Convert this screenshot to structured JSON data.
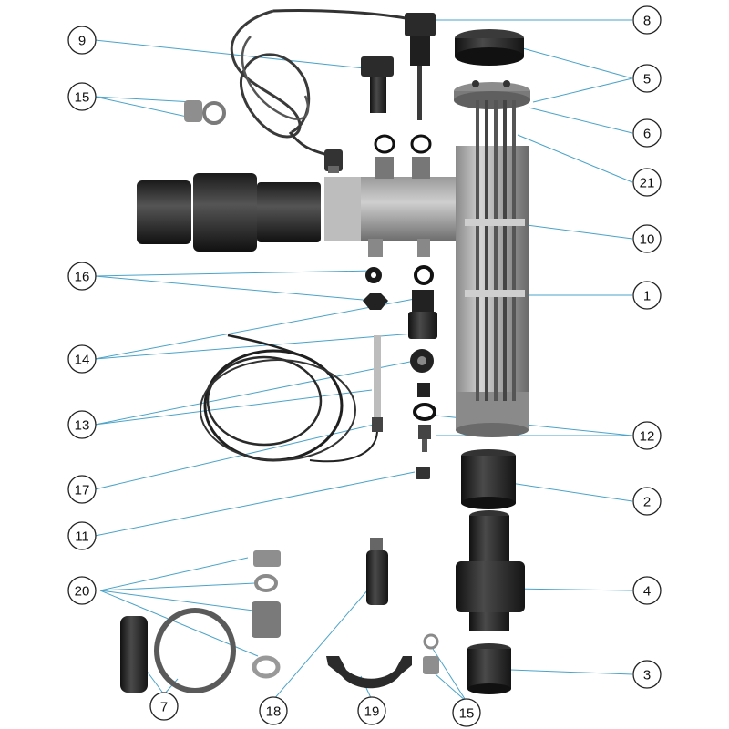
{
  "colors": {
    "leader": "#4aa3c9",
    "part_dark": "#2a2a2a",
    "part_mid": "#6f6f6f",
    "part_light": "#bdbdbd",
    "background": "#ffffff"
  },
  "callouts": [
    {
      "id": "c8",
      "label": "8"
    },
    {
      "id": "c9",
      "label": "9"
    },
    {
      "id": "c5",
      "label": "5"
    },
    {
      "id": "c15a",
      "label": "15"
    },
    {
      "id": "c6",
      "label": "6"
    },
    {
      "id": "c21",
      "label": "21"
    },
    {
      "id": "c10",
      "label": "10"
    },
    {
      "id": "c16",
      "label": "16"
    },
    {
      "id": "c1",
      "label": "1"
    },
    {
      "id": "c14",
      "label": "14"
    },
    {
      "id": "c13",
      "label": "13"
    },
    {
      "id": "c12",
      "label": "12"
    },
    {
      "id": "c17",
      "label": "17"
    },
    {
      "id": "c2",
      "label": "2"
    },
    {
      "id": "c11",
      "label": "11"
    },
    {
      "id": "c20",
      "label": "20"
    },
    {
      "id": "c4",
      "label": "4"
    },
    {
      "id": "c3",
      "label": "3"
    },
    {
      "id": "c7",
      "label": "7"
    },
    {
      "id": "c18",
      "label": "18"
    },
    {
      "id": "c19",
      "label": "19"
    },
    {
      "id": "c15b",
      "label": "15"
    }
  ]
}
